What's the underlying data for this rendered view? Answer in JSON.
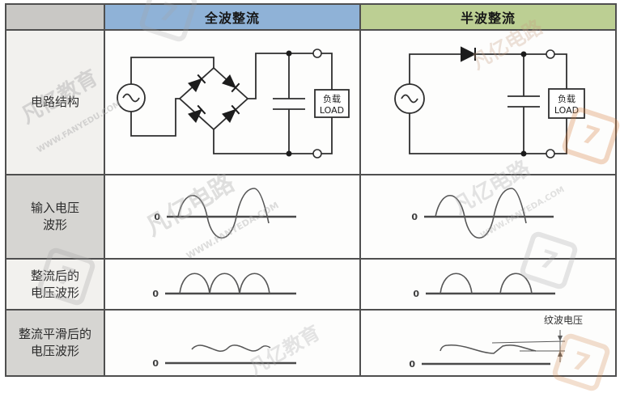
{
  "header": {
    "corner": "",
    "full_wave": "全波整流",
    "half_wave": "半波整流"
  },
  "rows": {
    "r1": "电路结构",
    "r2": "输入电压\n波形",
    "r3": "整流后的\n电压波形",
    "r4": "整流平滑后的\n电压波形"
  },
  "circuit": {
    "load_cn": "负载",
    "load_en": "LOAD"
  },
  "waveform": {
    "zero": "0",
    "ripple_voltage": "纹波电压"
  },
  "waveform_descriptions": {
    "input": "sine wave, 1.5 cycles, centered on 0 axis",
    "full_wave_rectified": "three consecutive positive half-sine humps",
    "half_wave_rectified": "two positive half-sine humps separated by gaps",
    "full_wave_smoothed": "nearly flat DC line with small ripple above 0 axis",
    "half_wave_smoothed": "DC line with larger sawtooth ripple, ripple amplitude annotated"
  },
  "colors": {
    "header_full_wave_bg": "#8fb2d7",
    "header_half_wave_bg": "#bccf93",
    "header_corner_bg": "#c9c8c5",
    "label_light_bg": "#f2f1ee",
    "label_gray_bg": "#d6d5d2",
    "content_bg": "#fdfdfc",
    "grid_line": "#4f4f4f",
    "circuit_stroke": "#2f2f2f"
  },
  "watermarks": {
    "brand_edu": "凡亿教育",
    "brand_circuit": "凡亿电路",
    "url_edu": "WWW.FANYEDU.COM",
    "url_eda": "WWW.FANYEDA.COM",
    "logo_glyph": "7"
  }
}
